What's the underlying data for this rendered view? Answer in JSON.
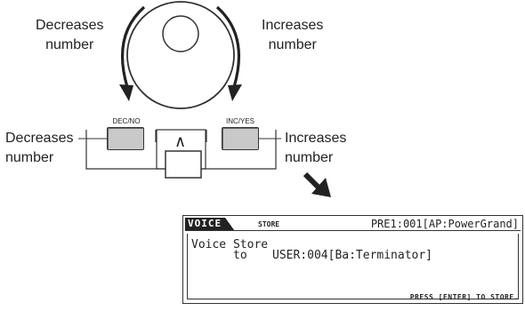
{
  "dial": {
    "left_label": "Decreases\nnumber",
    "right_label": "Increases\nnumber"
  },
  "buttons": {
    "dec": {
      "label": "DEC/NO",
      "effect": "Decreases\nnumber"
    },
    "inc": {
      "label": "INC/YES",
      "effect": "Increases\nnumber"
    },
    "up_arrow": "∧"
  },
  "screen": {
    "mode": "VOICE",
    "mode_sub": "STORE",
    "header_right": "PRE1:001[AP:PowerGrand]",
    "line1": "Voice Store",
    "line2_prefix": "to",
    "line2_value": "USER:004[Ba:Terminator]",
    "status": "PRESS [ENTER] TO STORE."
  },
  "colors": {
    "button_fill": "#c9c9c9",
    "ink": "#222222"
  }
}
